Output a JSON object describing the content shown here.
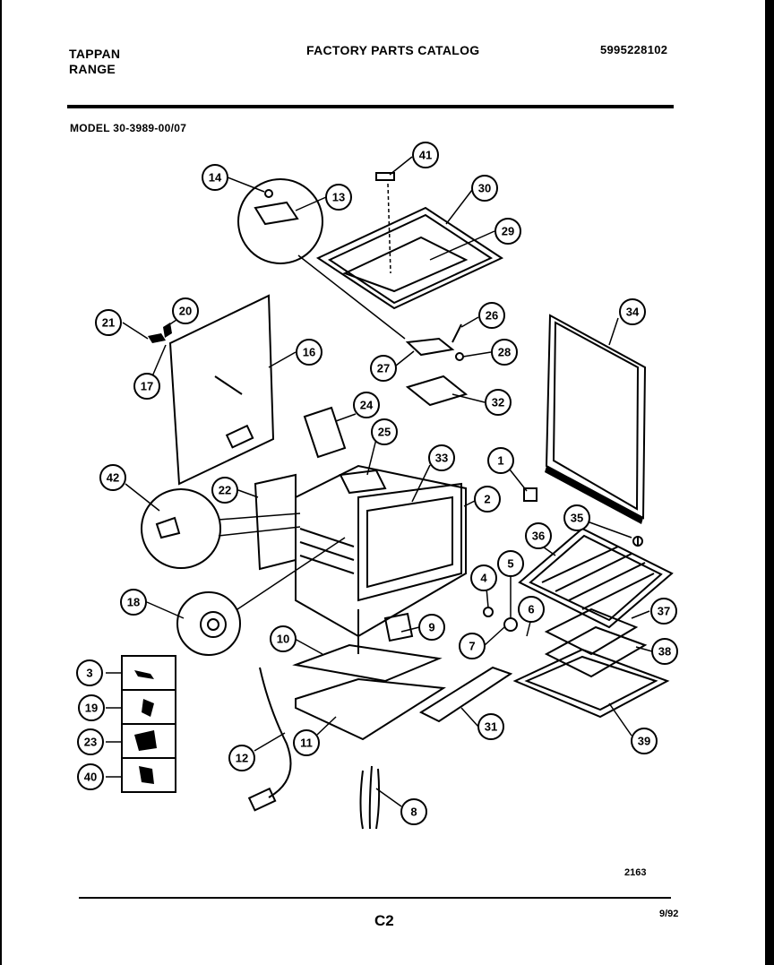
{
  "header": {
    "brand_line1": "TAPPAN",
    "brand_line2": "RANGE",
    "title": "FACTORY PARTS CATALOG",
    "part_number": "5995228102",
    "model": "MODEL 30-3989-00/07"
  },
  "footer": {
    "drawing_number": "2163",
    "page_code": "C2",
    "date": "9/92"
  },
  "callouts": [
    "1",
    "2",
    "3",
    "4",
    "5",
    "6",
    "7",
    "8",
    "9",
    "10",
    "11",
    "12",
    "13",
    "14",
    "16",
    "17",
    "18",
    "19",
    "20",
    "21",
    "22",
    "23",
    "24",
    "25",
    "26",
    "27",
    "28",
    "29",
    "30",
    "31",
    "32",
    "33",
    "34",
    "35",
    "36",
    "37",
    "38",
    "39",
    "40",
    "41",
    "42"
  ]
}
